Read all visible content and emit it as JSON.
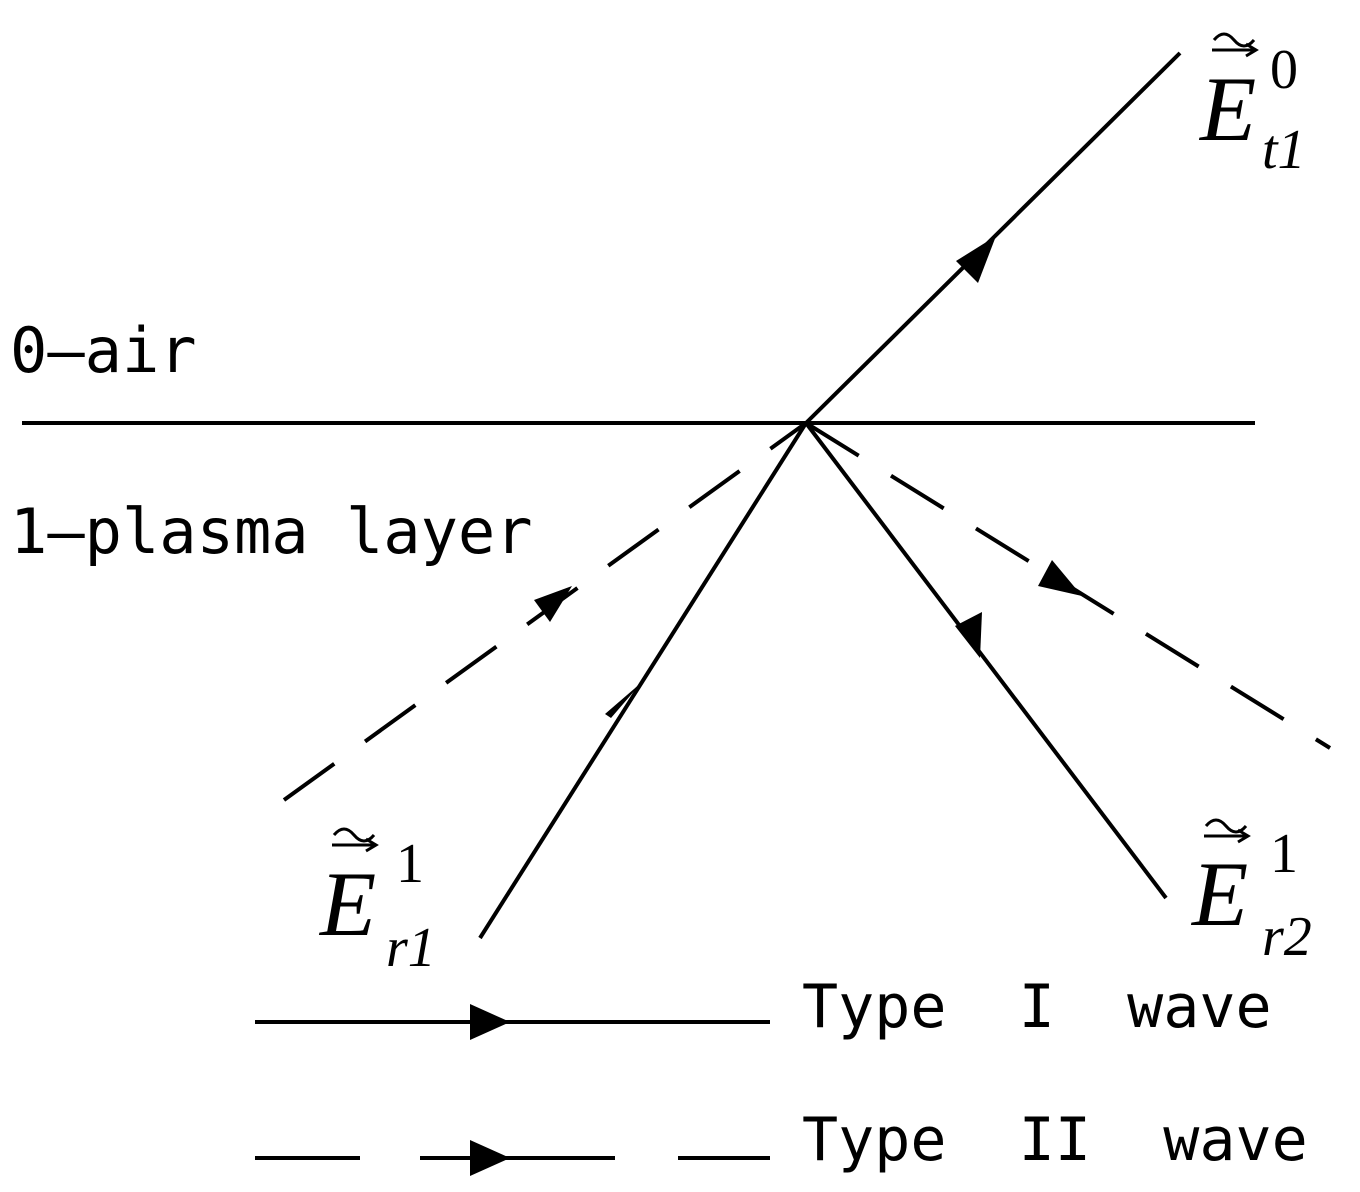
{
  "regions": {
    "air": "0—air",
    "plasma": "1—plasma layer"
  },
  "labels": {
    "transmitted": {
      "base": "E",
      "sup": "0",
      "sub": "t1"
    },
    "incident": {
      "base": "E",
      "sup": "1",
      "sub": "r1"
    },
    "reflected": {
      "base": "E",
      "sup": "1",
      "sub": "r2"
    }
  },
  "legend": {
    "type1": "Type  I  wave",
    "type2": "Type  II  wave"
  }
}
